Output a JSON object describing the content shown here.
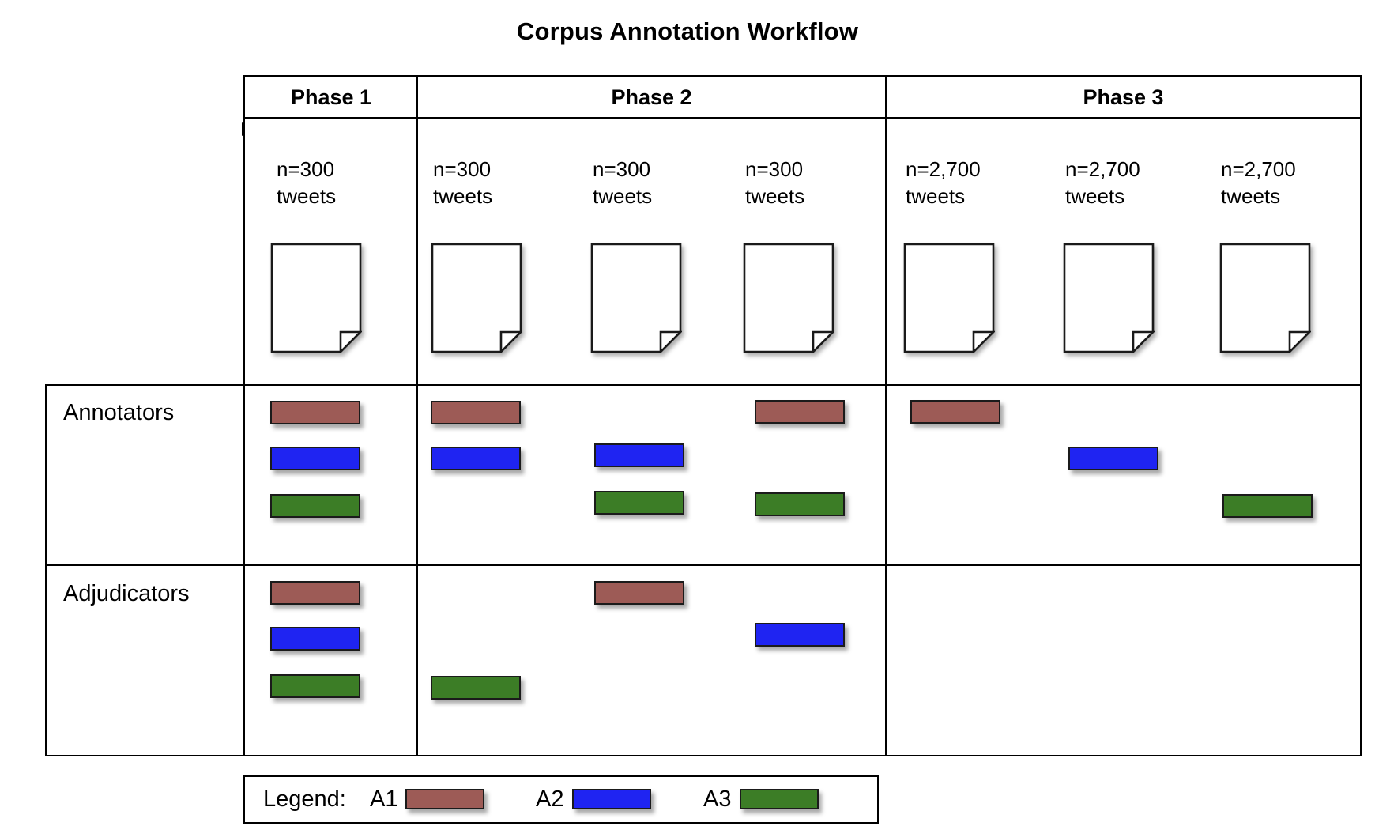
{
  "title": "Corpus Annotation Workflow",
  "colors": {
    "a1": "#9D5B56",
    "a2": "#1F24F2",
    "a3": "#3C7D26",
    "arrow_phase1": "#000000",
    "arrow_phase2": "#8C8C8C",
    "arrow_phase3": "#DCDCDC",
    "outline": "#000000",
    "background": "#FFFFFF"
  },
  "phases": [
    {
      "label": "Phase 1"
    },
    {
      "label": "Phase 2"
    },
    {
      "label": "Phase 3"
    }
  ],
  "arrow": {
    "name": "progression-arrow",
    "segments": [
      {
        "phase": "Phase 1",
        "color": "#000000"
      },
      {
        "phase": "Phase 2",
        "color": "#8C8C8C"
      },
      {
        "phase": "Phase 3",
        "color": "#DCDCDC"
      }
    ]
  },
  "batches": [
    {
      "id": "b1",
      "phase": "Phase 1",
      "size": "n=300",
      "unit": "tweets",
      "label": "n=300\ntweets"
    },
    {
      "id": "b2",
      "phase": "Phase 2",
      "size": "n=300",
      "unit": "tweets",
      "label": "n=300\ntweets"
    },
    {
      "id": "b3",
      "phase": "Phase 2",
      "size": "n=300",
      "unit": "tweets",
      "label": "n=300\ntweets"
    },
    {
      "id": "b4",
      "phase": "Phase 2",
      "size": "n=300",
      "unit": "tweets",
      "label": "n=300\ntweets"
    },
    {
      "id": "b5",
      "phase": "Phase 3",
      "size": "n=2,700",
      "unit": "tweets",
      "label": "n=2,700\ntweets"
    },
    {
      "id": "b6",
      "phase": "Phase 3",
      "size": "n=2,700",
      "unit": "tweets",
      "label": "n=2,700\ntweets"
    },
    {
      "id": "b7",
      "phase": "Phase 3",
      "size": "n=2,700",
      "unit": "tweets",
      "label": "n=2,700\ntweets"
    }
  ],
  "rows": [
    {
      "id": "annotators",
      "label": "Annotators"
    },
    {
      "id": "adjudicators",
      "label": "Adjudicators"
    }
  ],
  "assignments": {
    "annotators": [
      {
        "batch": "b1",
        "annotator": "A1"
      },
      {
        "batch": "b1",
        "annotator": "A2"
      },
      {
        "batch": "b1",
        "annotator": "A3"
      },
      {
        "batch": "b2",
        "annotator": "A1"
      },
      {
        "batch": "b2",
        "annotator": "A2"
      },
      {
        "batch": "b3",
        "annotator": "A2"
      },
      {
        "batch": "b3",
        "annotator": "A3"
      },
      {
        "batch": "b4",
        "annotator": "A1"
      },
      {
        "batch": "b4",
        "annotator": "A3"
      },
      {
        "batch": "b5",
        "annotator": "A1"
      },
      {
        "batch": "b6",
        "annotator": "A2"
      },
      {
        "batch": "b7",
        "annotator": "A3"
      }
    ],
    "adjudicators": [
      {
        "batch": "b1",
        "annotator": "A1"
      },
      {
        "batch": "b1",
        "annotator": "A2"
      },
      {
        "batch": "b1",
        "annotator": "A3"
      },
      {
        "batch": "b2",
        "annotator": "A3"
      },
      {
        "batch": "b3",
        "annotator": "A1"
      },
      {
        "batch": "b4",
        "annotator": "A2"
      }
    ]
  },
  "legend": {
    "title": "Legend:",
    "entries": [
      {
        "key": "A1",
        "label": "A1",
        "color": "#9D5B56"
      },
      {
        "key": "A2",
        "label": "A2",
        "color": "#1F24F2"
      },
      {
        "key": "A3",
        "label": "A3",
        "color": "#3C7D26"
      }
    ]
  },
  "icons": {
    "document": "document-page-icon"
  }
}
